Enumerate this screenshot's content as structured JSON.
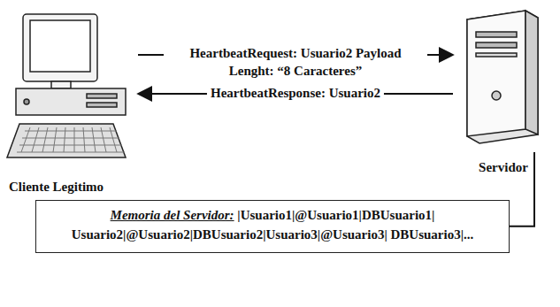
{
  "diagram": {
    "nodes": [
      {
        "text": [
          "Cliente Legitimo"
        ]
      },
      {
        "text": [
          "Servidor"
        ]
      },
      {
        "text": [
          "Memoria del Servidor:",
          "|Usuario1|@Usuario1|DBUsuario1| Usuario2|@Usuario2|DBUsuario2|Usuario3|@Usuario3| DBUsuario3|..."
        ]
      }
    ],
    "edges": [
      {
        "from": 0,
        "to": 1,
        "label": "HeartbeatRequest: Usuario2 Payload Lenght: “8 Caracteres”",
        "arrow": "to"
      },
      {
        "from": 1,
        "to": 0,
        "label": "HeartbeatResponse: Usuario2",
        "arrow": "to"
      },
      {
        "from": 1,
        "to": 2,
        "arrow": "none"
      }
    ]
  }
}
